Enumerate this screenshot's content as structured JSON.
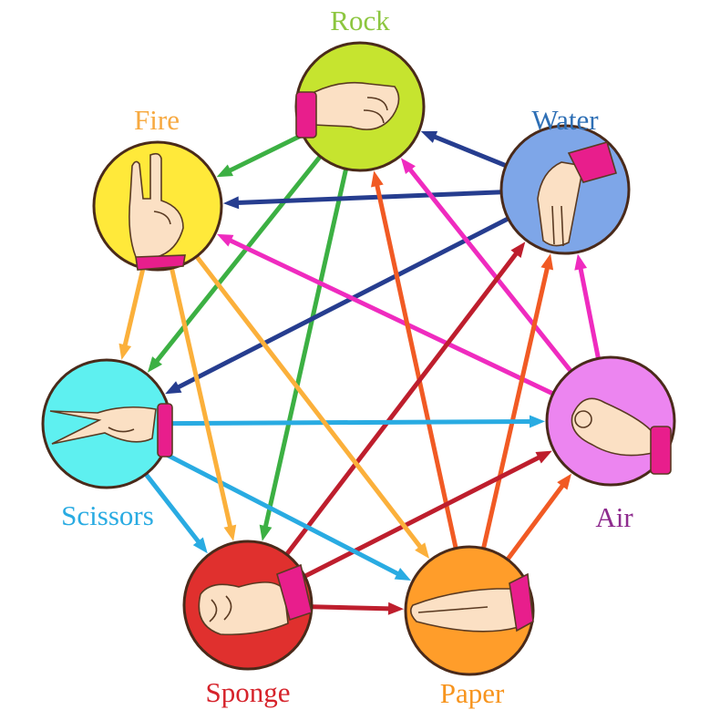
{
  "diagram": {
    "nodes": [
      {
        "id": "rock",
        "label": "Rock",
        "color": "#c6e42f",
        "label_color": "#8cc63f",
        "hand": "fist-icon"
      },
      {
        "id": "water",
        "label": "Water",
        "color": "#7ea6e8",
        "label_color": "#2e6fb5",
        "hand": "hand-down-icon"
      },
      {
        "id": "air",
        "label": "Air",
        "color": "#ec85f0",
        "label_color": "#8e2b8e",
        "hand": "ok-hand-icon"
      },
      {
        "id": "paper",
        "label": "Paper",
        "color": "#ff9d2a",
        "label_color": "#f7941d",
        "hand": "flat-hand-icon"
      },
      {
        "id": "sponge",
        "label": "Sponge",
        "color": "#e0302e",
        "label_color": "#d6232b",
        "hand": "curled-hand-icon"
      },
      {
        "id": "scissors",
        "label": "Scissors",
        "color": "#5ef0f0",
        "label_color": "#29abe2",
        "hand": "v-sign-icon"
      },
      {
        "id": "fire",
        "label": "Fire",
        "color": "#ffe93a",
        "label_color": "#f7a940",
        "hand": "raised-fingers-icon"
      }
    ],
    "edges": [
      {
        "from": "rock",
        "to": "fire",
        "color": "#3cb043"
      },
      {
        "from": "rock",
        "to": "scissors",
        "color": "#3cb043"
      },
      {
        "from": "rock",
        "to": "sponge",
        "color": "#3cb043"
      },
      {
        "from": "water",
        "to": "rock",
        "color": "#263d8f"
      },
      {
        "from": "water",
        "to": "fire",
        "color": "#263d8f"
      },
      {
        "from": "water",
        "to": "scissors",
        "color": "#263d8f"
      },
      {
        "from": "air",
        "to": "water",
        "color": "#ef2bbf"
      },
      {
        "from": "air",
        "to": "rock",
        "color": "#ef2bbf"
      },
      {
        "from": "air",
        "to": "fire",
        "color": "#ef2bbf"
      },
      {
        "from": "paper",
        "to": "air",
        "color": "#f15a24"
      },
      {
        "from": "paper",
        "to": "water",
        "color": "#f15a24"
      },
      {
        "from": "paper",
        "to": "rock",
        "color": "#f15a24"
      },
      {
        "from": "sponge",
        "to": "paper",
        "color": "#be1e2d"
      },
      {
        "from": "sponge",
        "to": "air",
        "color": "#be1e2d"
      },
      {
        "from": "sponge",
        "to": "water",
        "color": "#be1e2d"
      },
      {
        "from": "scissors",
        "to": "sponge",
        "color": "#29abe2"
      },
      {
        "from": "scissors",
        "to": "paper",
        "color": "#29abe2"
      },
      {
        "from": "scissors",
        "to": "air",
        "color": "#29abe2"
      },
      {
        "from": "fire",
        "to": "scissors",
        "color": "#fbb03b"
      },
      {
        "from": "fire",
        "to": "sponge",
        "color": "#fbb03b"
      },
      {
        "from": "fire",
        "to": "paper",
        "color": "#fbb03b"
      }
    ]
  }
}
